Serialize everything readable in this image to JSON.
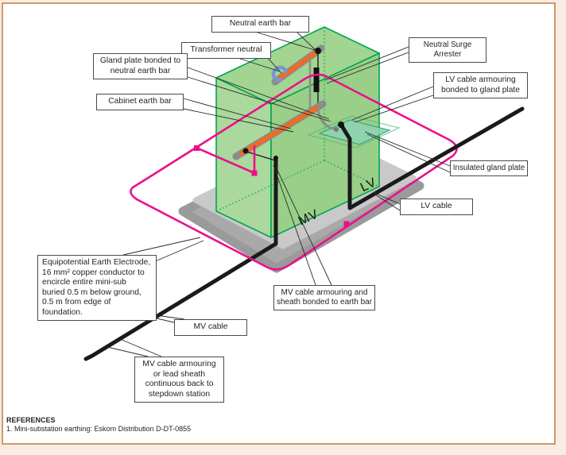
{
  "labels": {
    "neutral_earth_bar": "Neutral earth bar",
    "transformer_neutral": "Transformer neutral",
    "gland_plate_bonded": "Gland plate bonded to\nneutral earth bar",
    "cabinet_earth_bar": "Cabinet earth bar",
    "neutral_surge_arrester": "Neutral Surge Arrester",
    "lv_cable_armouring": "LV cable armouring\nbonded to gland plate",
    "insulated_gland_plate": "Insulated gland plate",
    "lv_cable": "LV cable",
    "equipotential_electrode": "Equipotential Earth Electrode,\n16 mm² copper conductor to\nencircle entire mini-sub\nburied 0.5 m below ground,\n0.5 m from edge of foundation.",
    "mv_armouring_sheath": "MV cable armouring and\nsheath bonded to earth bar",
    "mv_cable": "MV cable",
    "mv_armouring_lead": "MV cable armouring\nor lead sheath\ncontinuous back to\nstepdown station"
  },
  "diagram": {
    "mv_marking": "MV",
    "lv_marking": "LV"
  },
  "references": {
    "heading": "REFERENCES",
    "items": [
      "1. Mini-substation earthing: Eskom Distribution D-DT-0855"
    ]
  },
  "colors": {
    "cabinet_green": "#a2d492",
    "edge_green": "#00a651",
    "earth_bar_orange": "#f26a21",
    "equipotential_pink": "#ec0f8c",
    "cable_black": "#1a1a1a",
    "plinth_gray": "#a9a9a9",
    "frame_tan": "#cf9a6b",
    "gland_plate_teal": "#8ed2b4",
    "neutral_hook_blue": "#7c95cf"
  }
}
